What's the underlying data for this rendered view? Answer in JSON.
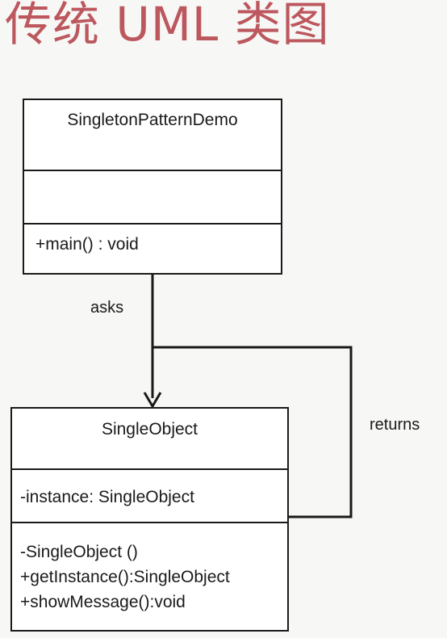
{
  "title": "传统 UML 类图",
  "classes": {
    "demo": {
      "name": "SingletonPatternDemo",
      "attributes": [],
      "methods": [
        "+main() : void"
      ]
    },
    "single": {
      "name": "SingleObject",
      "attributes": [
        "-instance: SingleObject"
      ],
      "methods": [
        "-SingleObject ()",
        "+getInstance():SingleObject",
        "+showMessage():void"
      ]
    }
  },
  "relations": {
    "asks_label": "asks",
    "returns_label": "returns"
  },
  "colors": {
    "title": "#b84a52",
    "line": "#1a1a1a",
    "background": "#f7f7f5"
  }
}
